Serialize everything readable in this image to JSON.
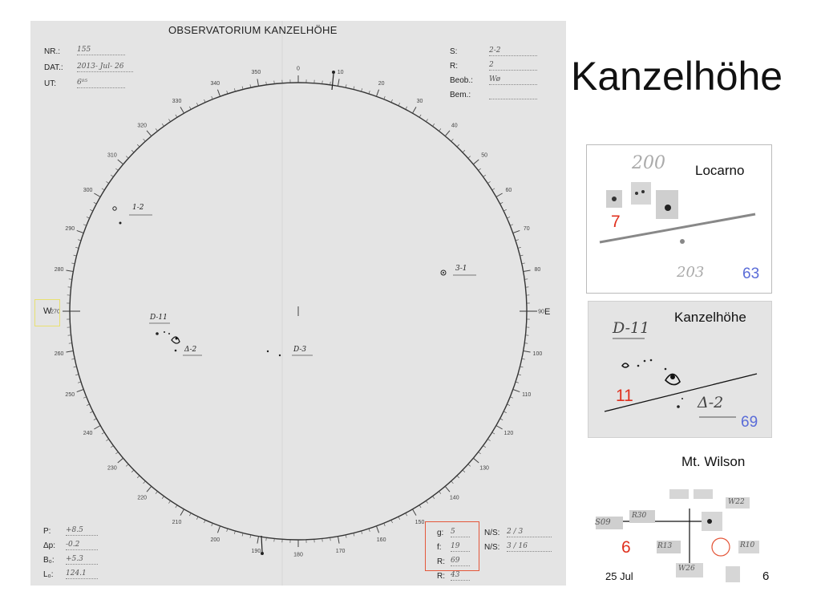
{
  "header": {
    "title": "OBSERVATORIUM KANZELHÖHE",
    "big_title": "Kanzelhöhe"
  },
  "fields_left": [
    {
      "label": "NR.:",
      "value": "155"
    },
    {
      "label": "DAT.:",
      "value": "2013- Jul- 26"
    },
    {
      "label": "UT:",
      "value": "6⁰⁵"
    }
  ],
  "fields_right": [
    {
      "label": "S:",
      "value": "2-2"
    },
    {
      "label": "R:",
      "value": "2"
    },
    {
      "label": "Beob.:",
      "value": "Wø"
    },
    {
      "label": "Bem.:",
      "value": ""
    }
  ],
  "footer_left": [
    {
      "label": "P:",
      "value": "+8.5"
    },
    {
      "label": "Δp:",
      "value": "-0.2"
    },
    {
      "label": "B₀:",
      "value": "+5.3"
    },
    {
      "label": "L₀:",
      "value": "124.1"
    }
  ],
  "footer_right": {
    "g": {
      "label": "g:",
      "value": "5"
    },
    "f": {
      "label": "f:",
      "value": "19"
    },
    "R": {
      "label": "R:",
      "value": "69"
    },
    "R2": {
      "label": "R:",
      "value": "43"
    },
    "ns1": {
      "label": "N/S:",
      "value": "2  /  3"
    },
    "ns2": {
      "label": "N/S:",
      "value": "3  /  16"
    }
  },
  "compass": {
    "west": "W",
    "east": "E"
  },
  "sunspot_labels": [
    {
      "id": "n1",
      "text": "1-2"
    },
    {
      "id": "n2",
      "text": "3-1"
    },
    {
      "id": "n3",
      "text": "D-11"
    },
    {
      "id": "n4",
      "text": "Δ-2"
    },
    {
      "id": "n5",
      "text": "D-3"
    }
  ],
  "panels": {
    "locarno": {
      "name": "Locarno",
      "top_text": "200",
      "bottom_text": "203",
      "red": "7",
      "blue": "63"
    },
    "kanzel": {
      "name": "Kanzelhöhe",
      "label1": "D-11",
      "label2": "Δ-2",
      "red": "11",
      "blue": "69"
    },
    "wilson": {
      "name": "Mt. Wilson",
      "red": "6",
      "date": "25 Jul",
      "count": "6",
      "labels": [
        "S09",
        "R30",
        "R13",
        "W26",
        "W22",
        "R10"
      ]
    }
  }
}
